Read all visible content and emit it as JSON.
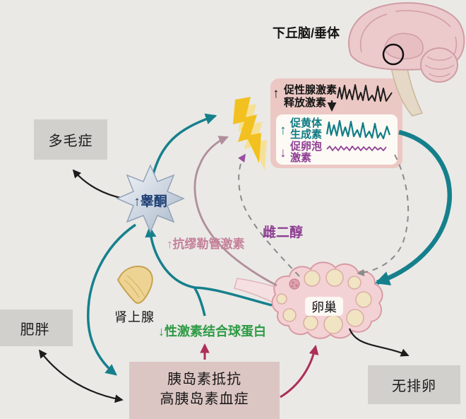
{
  "colors": {
    "background": "#eae9e6",
    "teal_arrow": "#15808c",
    "crimson_arrow": "#ac2f57",
    "mauve_arrow": "#b18e9b",
    "amh_text": "#c5809a",
    "purple_text": "#8e3e93",
    "green_text": "#2e9a44",
    "testosterone_navy": "#1c3e74",
    "lightning_gold": "#f2c11f",
    "panel_pink": "#ecc8c4",
    "insulin_box_pink": "#dcc6c3",
    "gray_box": "#d2d0cc"
  },
  "organs": {
    "hypothalamus_pituitary": "下丘脑/垂体",
    "adrenal": "肾上腺",
    "ovary": "卵巢"
  },
  "hormone_panel": {
    "gnrh": {
      "arrow": "↑",
      "line1": "促性腺激素",
      "line2": "释放激素"
    },
    "lh": {
      "arrow": "↑",
      "line1": "促黄体",
      "line2": "生成素"
    },
    "fsh": {
      "arrow": "↓",
      "line1": "促卵泡",
      "line2": "激素"
    }
  },
  "mediators": {
    "testosterone": "↑睾酮",
    "amh": "↑抗缪勒管激素",
    "estradiol": "雌二醇",
    "shbg": "↓性激素结合球蛋白"
  },
  "outcomes": {
    "hirsutism": "多毛症",
    "obesity": "肥胖",
    "anovulation": "无排卵",
    "insulin_line1": "胰岛素抵抗",
    "insulin_line2": "高胰岛素血症"
  }
}
